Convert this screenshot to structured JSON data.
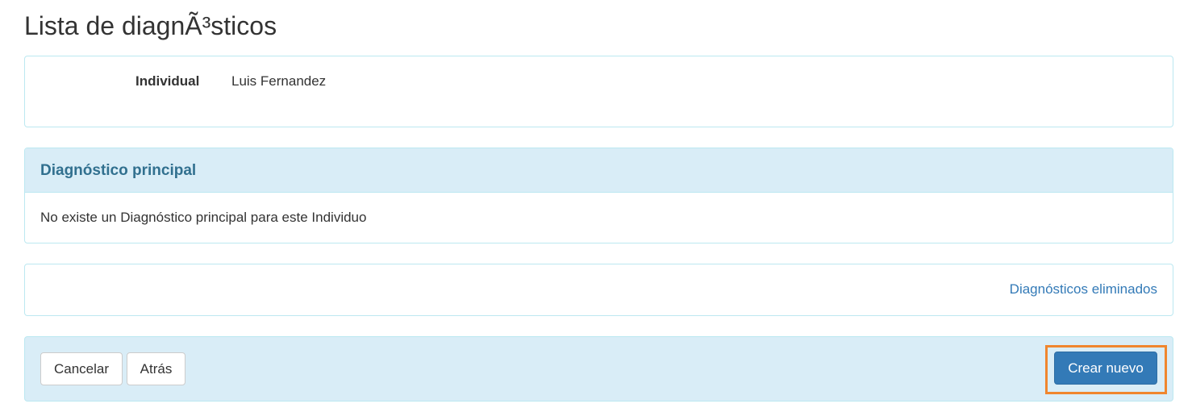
{
  "page": {
    "title": "Lista de diagnÃ³sticos"
  },
  "individual": {
    "label": "Individual",
    "value": "Luis Fernandez"
  },
  "diagnostico_principal": {
    "heading": "Diagnóstico principal",
    "message": "No existe un Diagnóstico principal para este Individuo"
  },
  "deleted": {
    "link_label": "Diagnósticos eliminados"
  },
  "footer": {
    "cancel_label": "Cancelar",
    "back_label": "Atrás",
    "create_label": "Crear nuevo"
  },
  "colors": {
    "info_bg": "#d9edf7",
    "info_border": "#bce8f1",
    "heading_text": "#31708f",
    "link": "#337ab7",
    "primary_button": "#337ab7",
    "highlight": "#f0862e"
  }
}
